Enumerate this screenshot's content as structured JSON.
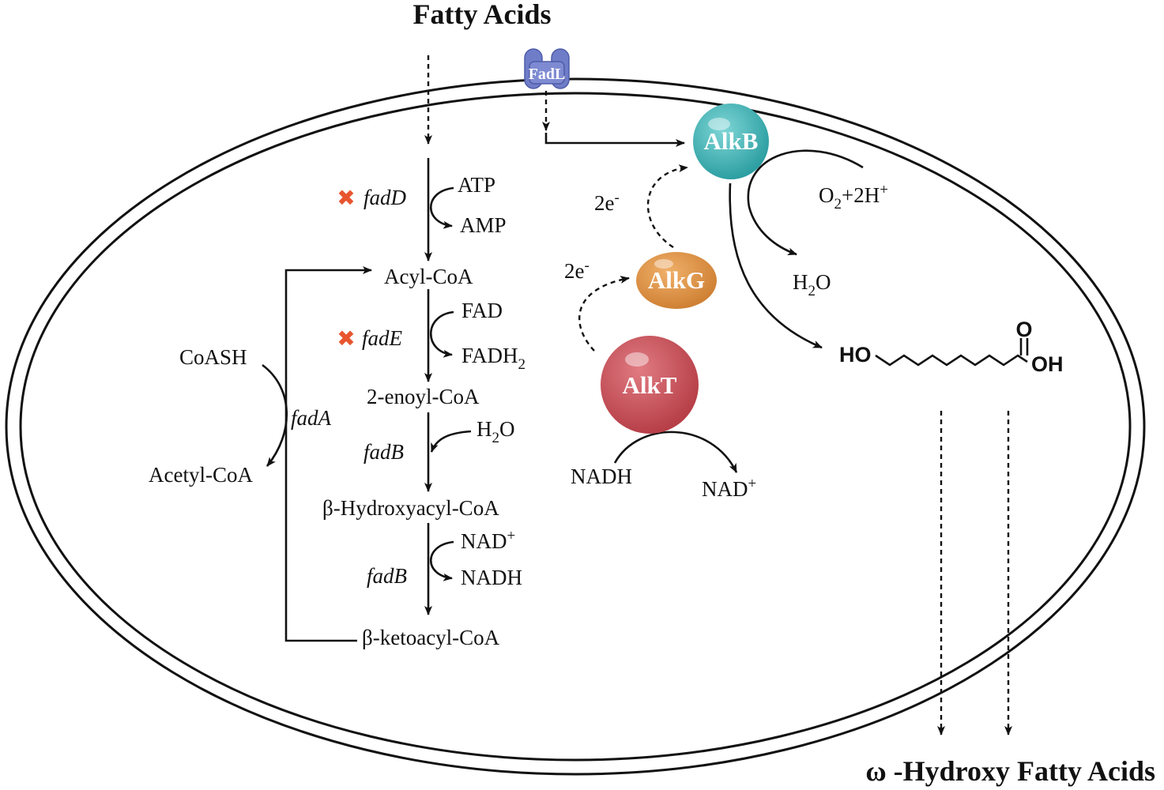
{
  "title_top": "Fatty Acids",
  "title_bottom": "ω -Hydroxy Fatty Acids",
  "transporter": {
    "label": "FadL",
    "color": "#6b79c4"
  },
  "enzymes": {
    "alkb": {
      "label": "AlkB",
      "color": "#3fb3b5"
    },
    "alkg": {
      "label": "AlkG",
      "color": "#d98d3f"
    },
    "alkt": {
      "label": "AlkT",
      "color": "#c84c55"
    }
  },
  "beta_oxidation": {
    "fadD": "fadD",
    "atp": "ATP",
    "amp": "AMP",
    "acyl_coa": "Acyl-CoA",
    "fadE": "fadE",
    "fad": "FAD",
    "fadh2": "FADH",
    "fadh2_sub": "2",
    "enoyl_coa": "2-enoyl-CoA",
    "fadB_1": "fadB",
    "h2o": "H",
    "h2o_sub": "2",
    "h2o_o": "O",
    "hydroxyacyl_coa": "β-Hydroxyacyl-CoA",
    "fadB_2": "fadB",
    "nad": "NAD",
    "nad_sup": "+",
    "nadh": "NADH",
    "ketoacyl_coa": "β-ketoacyl-CoA",
    "coash": "CoASH",
    "fadA": "fadA",
    "acetyl_coa": "Acetyl-CoA"
  },
  "electron_chain": {
    "two_e_1": "2e",
    "two_e_1_sup": "-",
    "two_e_2": "2e",
    "two_e_2_sup": "-",
    "o2": "O",
    "o2_sub": "2",
    "o2_rest": "+2H",
    "o2_sup": "+",
    "h2o": "H",
    "h2o_sub": "2",
    "h2o_o": "O",
    "nadh": "NADH",
    "nad": "NAD",
    "nad_sup": "+"
  },
  "product": {
    "ho": "HO",
    "o": "O",
    "oh": "OH"
  },
  "knockout_color": "#e8552f",
  "knockout_symbol": "✖"
}
